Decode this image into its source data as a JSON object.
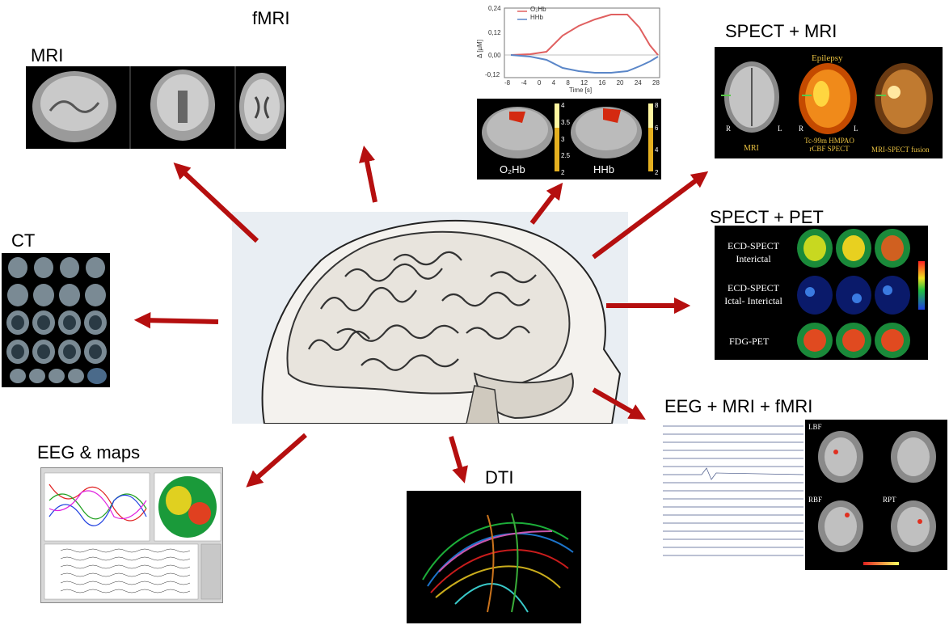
{
  "title": "",
  "labels": {
    "fmri": "fMRI",
    "mri": "MRI",
    "spect_mri": "SPECT + MRI",
    "spect_pet": "SPECT + PET",
    "ct": "CT",
    "eeg_mri_fmri": "EEG + MRI + fMRI",
    "eeg_maps": "EEG & maps",
    "dti": "DTI"
  },
  "fmri_plot": {
    "legend": [
      "O₂Hb",
      "HHb"
    ],
    "ylabel": "Δ [µM]",
    "xlabel": "Time [s]",
    "yticks": [
      "0,24",
      "0,12",
      "0,00",
      "-0,12"
    ],
    "xticks": [
      "-8",
      "-4",
      "0",
      "4",
      "8",
      "12",
      "16",
      "20",
      "24",
      "28"
    ],
    "brain_label_left": "O₂Hb",
    "brain_label_right": "HHb",
    "scale_left": [
      "4",
      "3.5",
      "3",
      "2.5",
      "2"
    ],
    "scale_right": [
      "8",
      "6",
      "4",
      "2"
    ]
  },
  "spect_mri": {
    "title": "Epilepsy",
    "caption_mri": "MRI",
    "caption_spect_1": "Tc-99m HMPAO",
    "caption_spect_2": "rCBF SPECT",
    "caption_fusion": "MRI-SPECT fusion",
    "r": "R",
    "l": "L"
  },
  "spect_pet": {
    "row1_1": "ECD-SPECT",
    "row1_2": "Interictal",
    "row2_1": "ECD-SPECT",
    "row2_2": "Ictal- Interictal",
    "row3": "FDG-PET"
  },
  "eeg_mri": {
    "lbf": "LBF",
    "rbf": "RBF",
    "rpt": "RPT"
  },
  "colors": {
    "arrow": "#b50f0f",
    "o2hb": "#e06060",
    "hhb": "#5a86c8"
  }
}
